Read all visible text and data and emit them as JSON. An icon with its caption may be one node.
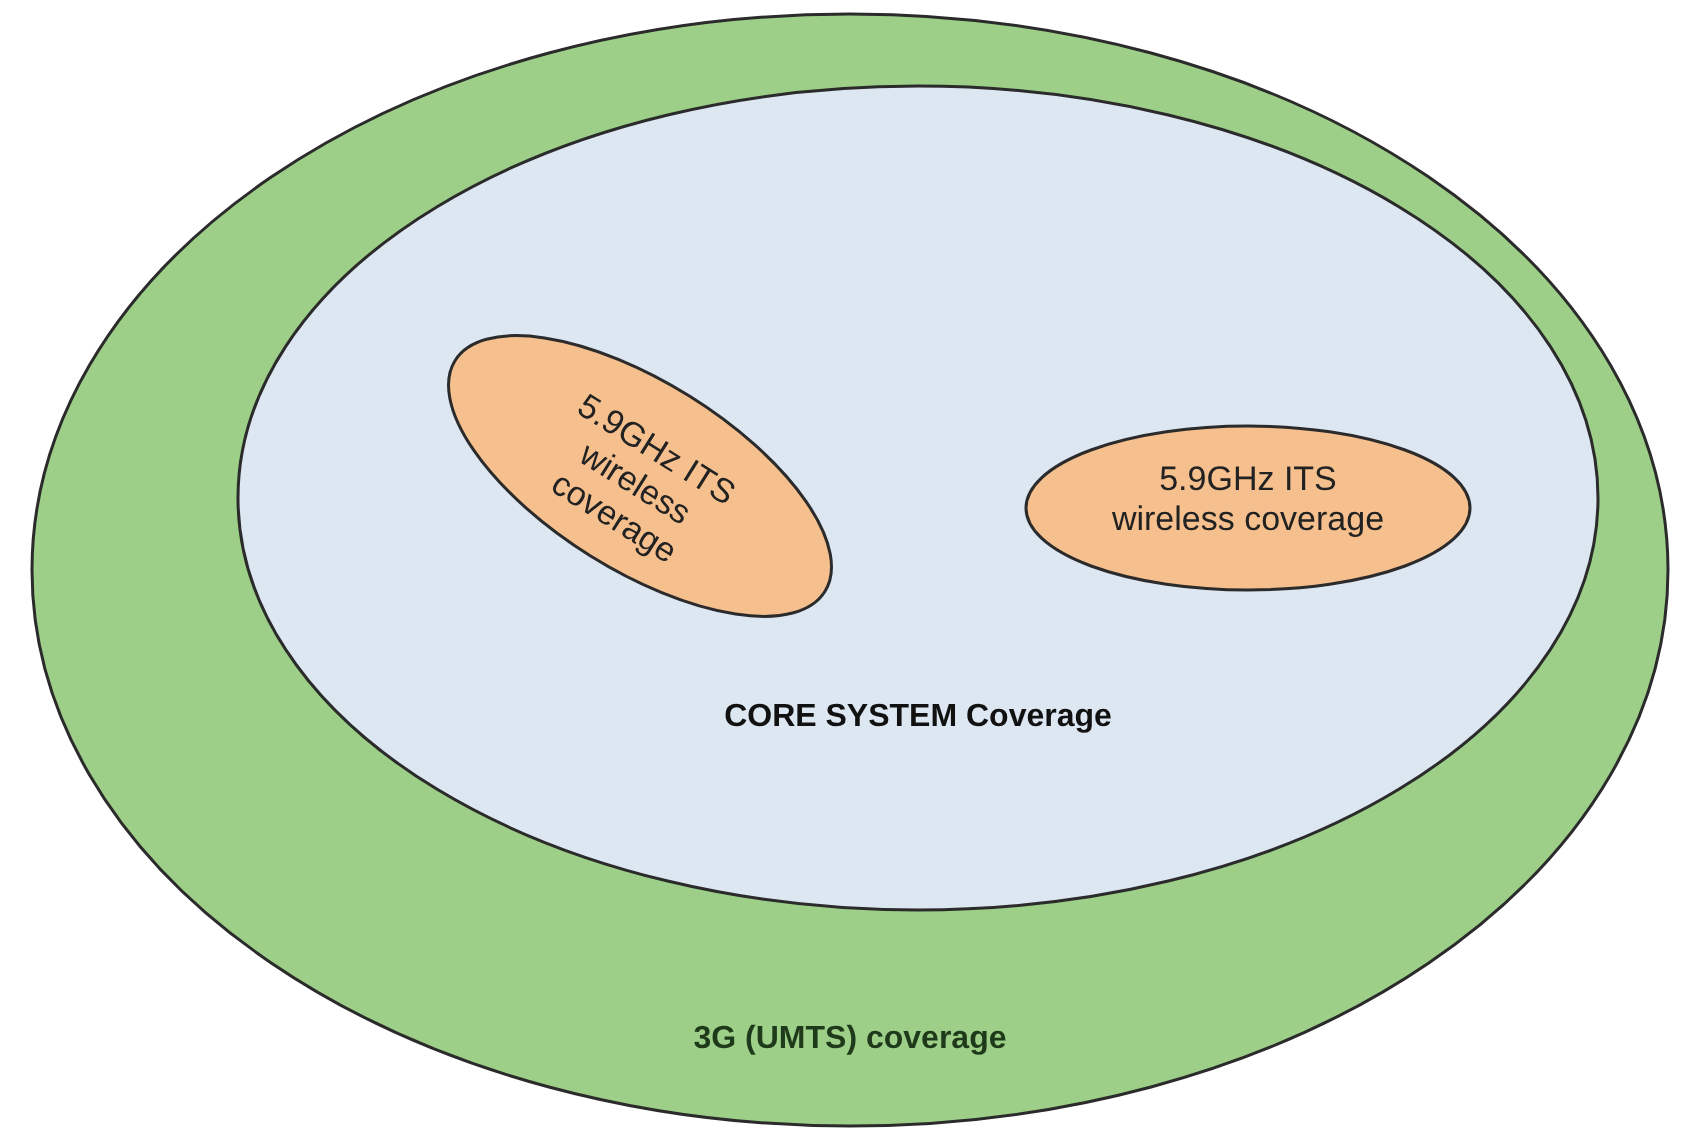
{
  "diagram": {
    "nodes": [
      {
        "text": [
          "3G (UMTS) coverage"
        ]
      },
      {
        "text": [
          "CORE SYSTEM Coverage"
        ],
        "in": 0
      },
      {
        "text": [
          "5.9GHz ITS wireless coverage"
        ],
        "in": 1
      },
      {
        "text": [
          "5.9GHz ITS wireless coverage"
        ],
        "in": 1
      }
    ]
  }
}
